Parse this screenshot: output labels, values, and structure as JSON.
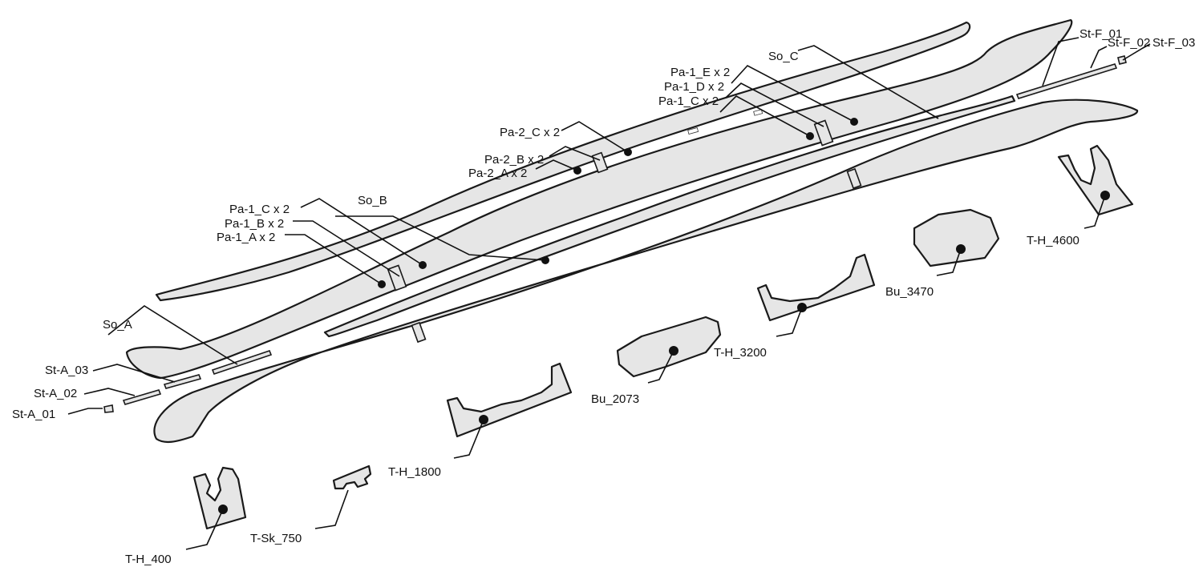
{
  "labels": {
    "so_a": "So_A",
    "so_b": "So_B",
    "so_c": "So_C",
    "pa1_a": "Pa-1_A x 2",
    "pa1_b": "Pa-1_B x 2",
    "pa1_c": "Pa-1_C x 2",
    "pa1_c_right": "Pa-1_C x 2",
    "pa1_d": "Pa-1_D x 2",
    "pa1_e": "Pa-1_E x 2",
    "pa2_a": "Pa-2_A x 2",
    "pa2_b": "Pa-2_B x 2",
    "pa2_c": "Pa-2_C x 2",
    "sta_01": "St-A_01",
    "sta_02": "St-A_02",
    "sta_03": "St-A_03",
    "stf_01": "St-F_01",
    "stf_02": "St-F_02",
    "stf_03": "St-F_03",
    "th_400": "T-H_400",
    "tsk_750": "T-Sk_750",
    "th_1800": "T-H_1800",
    "bu_2073": "Bu_2073",
    "th_3200": "T-H_3200",
    "bu_3470": "Bu_3470",
    "th_4600": "T-H_4600"
  }
}
